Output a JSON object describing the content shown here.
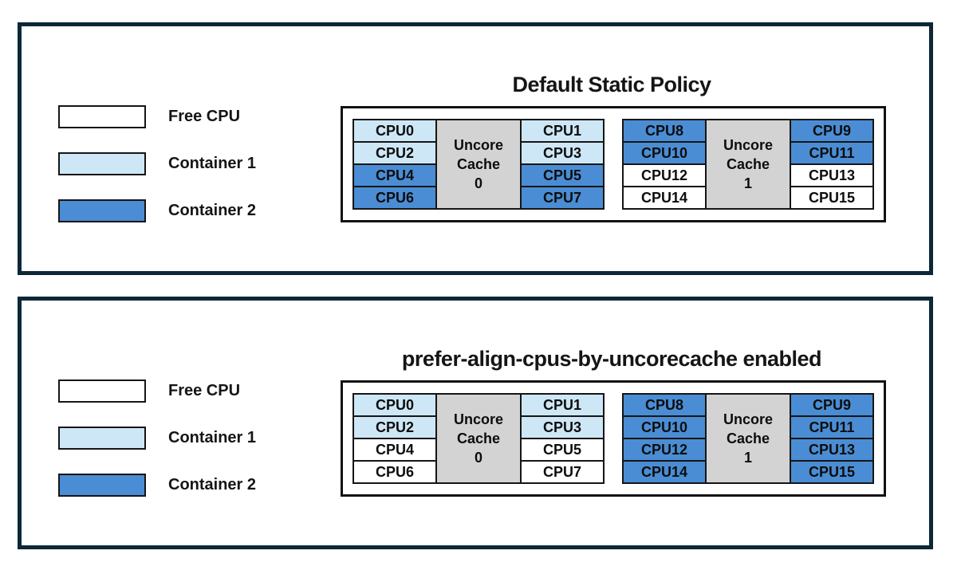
{
  "colors": {
    "frame": "#0d2737",
    "free": "#ffffff",
    "container1": "#cee7f6",
    "container2": "#4a8dd4",
    "cache_fill": "#d3d3d3"
  },
  "legend": [
    {
      "label": "Free CPU",
      "type": "free"
    },
    {
      "label": "Container 1",
      "type": "container1"
    },
    {
      "label": "Container 2",
      "type": "container2"
    }
  ],
  "panels": [
    {
      "title": "Default Static Policy",
      "blocks": [
        {
          "cache_label": [
            "Uncore",
            "Cache",
            "0"
          ],
          "left_cpus": [
            {
              "label": "CPU0",
              "type": "container1"
            },
            {
              "label": "CPU2",
              "type": "container1"
            },
            {
              "label": "CPU4",
              "type": "container2"
            },
            {
              "label": "CPU6",
              "type": "container2"
            }
          ],
          "right_cpus": [
            {
              "label": "CPU1",
              "type": "container1"
            },
            {
              "label": "CPU3",
              "type": "container1"
            },
            {
              "label": "CPU5",
              "type": "container2"
            },
            {
              "label": "CPU7",
              "type": "container2"
            }
          ]
        },
        {
          "cache_label": [
            "Uncore",
            "Cache",
            "1"
          ],
          "left_cpus": [
            {
              "label": "CPU8",
              "type": "container2"
            },
            {
              "label": "CPU10",
              "type": "container2"
            },
            {
              "label": "CPU12",
              "type": "free"
            },
            {
              "label": "CPU14",
              "type": "free"
            }
          ],
          "right_cpus": [
            {
              "label": "CPU9",
              "type": "container2"
            },
            {
              "label": "CPU11",
              "type": "container2"
            },
            {
              "label": "CPU13",
              "type": "free"
            },
            {
              "label": "CPU15",
              "type": "free"
            }
          ]
        }
      ]
    },
    {
      "title": "prefer-align-cpus-by-uncorecache enabled",
      "blocks": [
        {
          "cache_label": [
            "Uncore",
            "Cache",
            "0"
          ],
          "left_cpus": [
            {
              "label": "CPU0",
              "type": "container1"
            },
            {
              "label": "CPU2",
              "type": "container1"
            },
            {
              "label": "CPU4",
              "type": "free"
            },
            {
              "label": "CPU6",
              "type": "free"
            }
          ],
          "right_cpus": [
            {
              "label": "CPU1",
              "type": "container1"
            },
            {
              "label": "CPU3",
              "type": "container1"
            },
            {
              "label": "CPU5",
              "type": "free"
            },
            {
              "label": "CPU7",
              "type": "free"
            }
          ]
        },
        {
          "cache_label": [
            "Uncore",
            "Cache",
            "1"
          ],
          "left_cpus": [
            {
              "label": "CPU8",
              "type": "container2"
            },
            {
              "label": "CPU10",
              "type": "container2"
            },
            {
              "label": "CPU12",
              "type": "container2"
            },
            {
              "label": "CPU14",
              "type": "container2"
            }
          ],
          "right_cpus": [
            {
              "label": "CPU9",
              "type": "container2"
            },
            {
              "label": "CPU11",
              "type": "container2"
            },
            {
              "label": "CPU13",
              "type": "container2"
            },
            {
              "label": "CPU15",
              "type": "container2"
            }
          ]
        }
      ]
    }
  ]
}
